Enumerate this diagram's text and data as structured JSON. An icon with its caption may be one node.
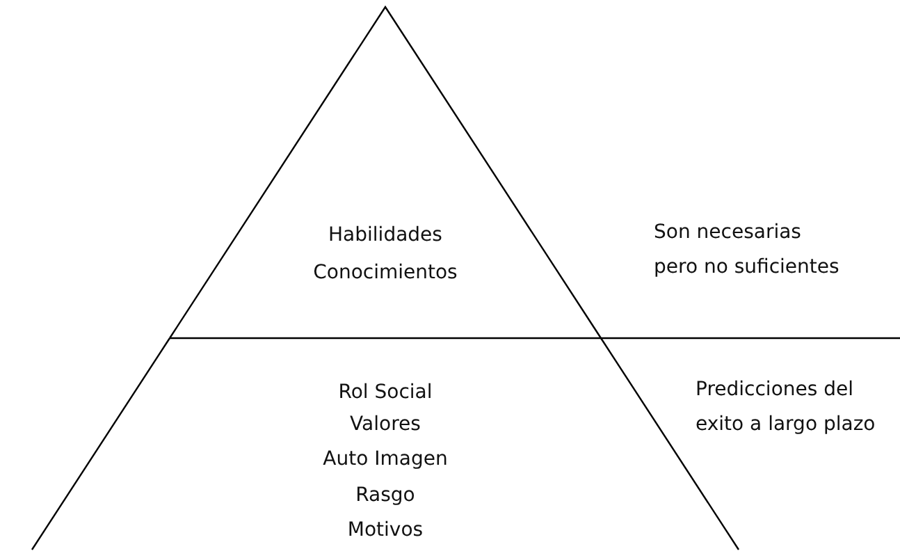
{
  "diagram": {
    "nodes": [
      {
        "text": [
          "Habilidades",
          "Conocimientos"
        ],
        "beside": [
          "Son necesarias pero no suficientes"
        ]
      },
      {
        "text": [
          "Rol Social",
          "Valores",
          "Auto Imagen",
          "Rasgo",
          "Motivos"
        ],
        "beside": [
          "Predicciones del exito a largo plazo"
        ]
      }
    ]
  }
}
